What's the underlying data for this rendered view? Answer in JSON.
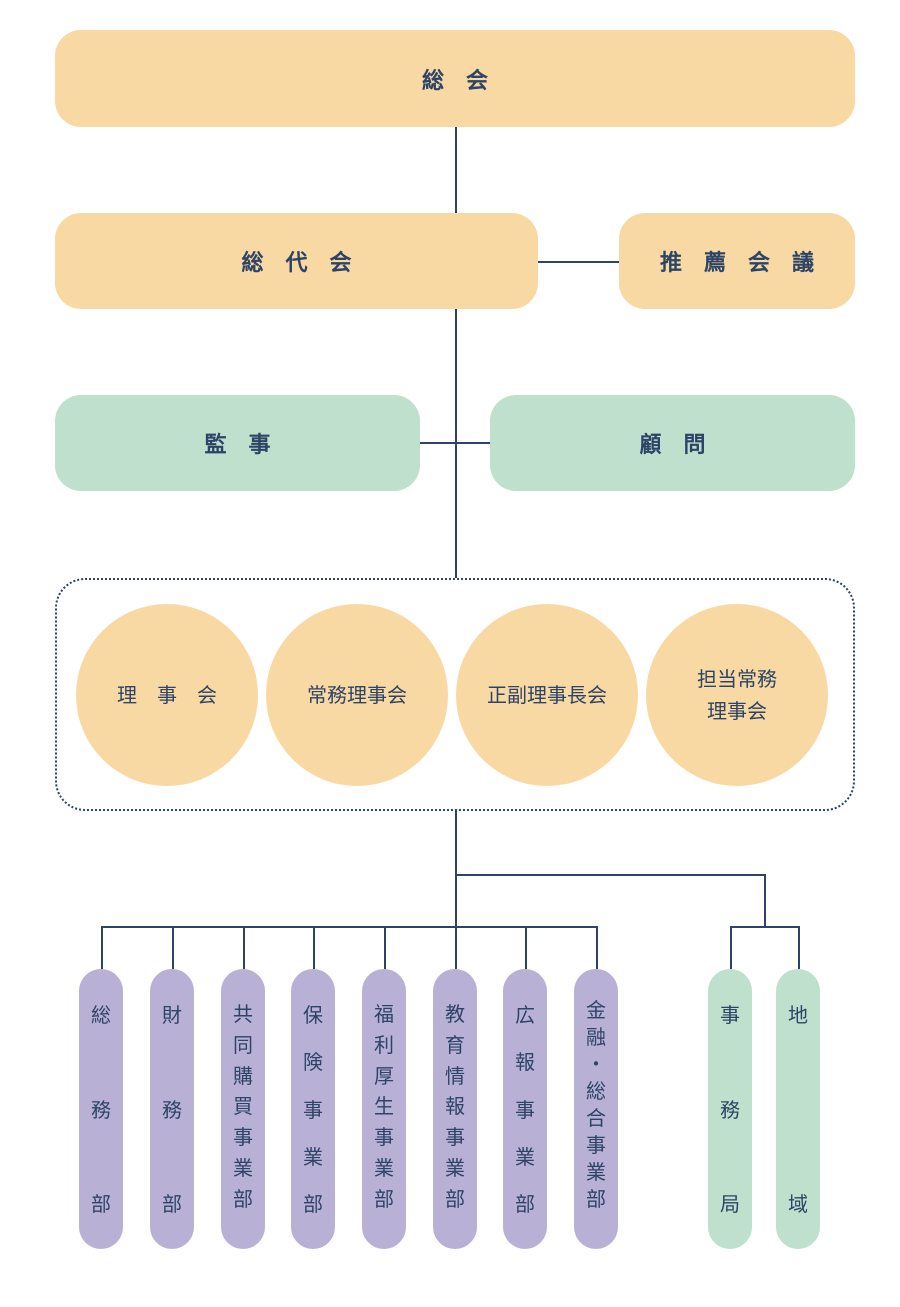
{
  "colors": {
    "line": "#2d4466",
    "text": "#2d4466",
    "governance_fill": "#f8d9a4",
    "oversight_fill": "#bfe0cd",
    "department_fill": "#b9b0d6",
    "office_fill": "#bfe0cd"
  },
  "top": {
    "general_assembly": [
      "総",
      "会"
    ]
  },
  "level2": {
    "representative_assembly": [
      "総",
      "代",
      "会"
    ],
    "nomination_council": [
      "推",
      "薦",
      "会",
      "議"
    ]
  },
  "level3": {
    "auditor": [
      "監",
      "事"
    ],
    "advisor": [
      "顧",
      "問"
    ]
  },
  "board_group": {
    "circles": [
      {
        "id": "board-of-directors",
        "lines": [
          "理",
          "事",
          "会"
        ],
        "spaced": true
      },
      {
        "id": "executive-board",
        "lines": [
          "常務理事会"
        ],
        "spaced": false
      },
      {
        "id": "chair-vicechair-board",
        "lines": [
          "正副理事長会"
        ],
        "spaced": false
      },
      {
        "id": "responsible-executive-board",
        "lines": [
          "担当常務",
          "理事会"
        ],
        "spaced": false
      }
    ]
  },
  "departments": [
    {
      "id": "general-affairs",
      "chars": [
        "総",
        "務",
        "部"
      ]
    },
    {
      "id": "finance",
      "chars": [
        "財",
        "務",
        "部"
      ]
    },
    {
      "id": "joint-purchasing",
      "chars": [
        "共",
        "同",
        "購",
        "買",
        "事",
        "業",
        "部"
      ]
    },
    {
      "id": "insurance",
      "chars": [
        "保",
        "険",
        "事",
        "業",
        "部"
      ]
    },
    {
      "id": "welfare",
      "chars": [
        "福",
        "利",
        "厚",
        "生",
        "事",
        "業",
        "部"
      ]
    },
    {
      "id": "education-information",
      "chars": [
        "教",
        "育",
        "情",
        "報",
        "事",
        "業",
        "部"
      ]
    },
    {
      "id": "public-relations",
      "chars": [
        "広",
        "報",
        "事",
        "業",
        "部"
      ]
    },
    {
      "id": "finance-general",
      "chars": [
        "金",
        "融",
        "・",
        "総",
        "合",
        "事",
        "業",
        "部"
      ]
    }
  ],
  "offices": [
    {
      "id": "secretariat",
      "chars": [
        "事",
        "務",
        "局"
      ]
    },
    {
      "id": "regions",
      "chars": [
        "地",
        "域"
      ]
    }
  ]
}
